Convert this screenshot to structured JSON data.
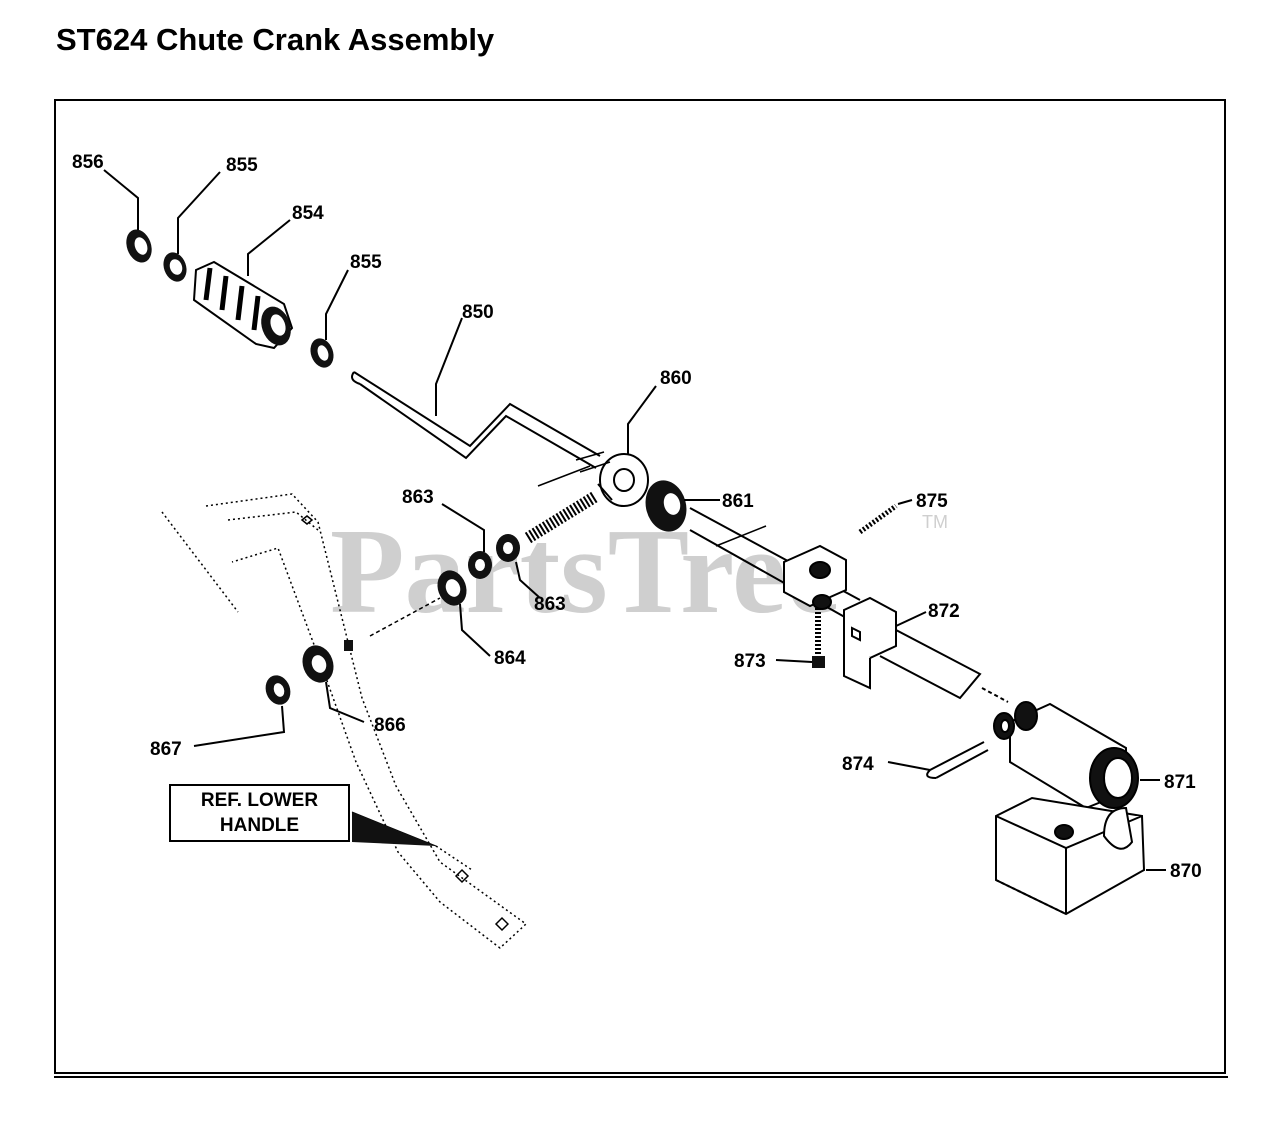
{
  "title": "ST624 Chute Crank Assembly",
  "watermark": {
    "text": "PartsTree",
    "mark": "TM",
    "color": "#c8c8c8"
  },
  "reference_box": {
    "line1": "REF. LOWER",
    "line2": "HANDLE"
  },
  "callouts": {
    "c856": "856",
    "c855a": "855",
    "c854": "854",
    "c855b": "855",
    "c850": "850",
    "c860": "860",
    "c861": "861",
    "c875": "875",
    "c863a": "863",
    "c863b": "863",
    "c864": "864",
    "c872": "872",
    "c873": "873",
    "c866": "866",
    "c867": "867",
    "c874": "874",
    "c871": "871",
    "c870": "870"
  }
}
